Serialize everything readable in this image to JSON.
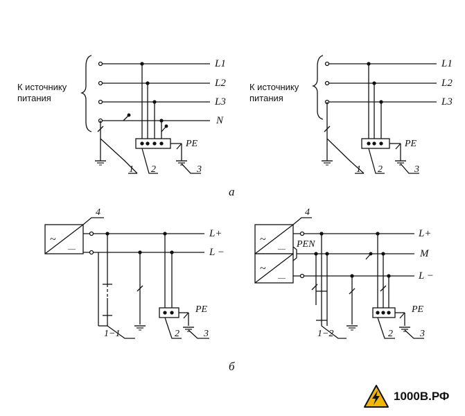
{
  "diagram_a": {
    "left": {
      "source_label_line1": "К источнику",
      "source_label_line2": "питания",
      "lines": [
        "L1",
        "L2",
        "L3",
        "N"
      ],
      "pe": "PE",
      "markers": [
        "1",
        "2",
        "3"
      ]
    },
    "right": {
      "source_label_line1": "К источнику",
      "source_label_line2": "питания",
      "lines": [
        "L1",
        "L2",
        "L3"
      ],
      "pe": "PE",
      "markers": [
        "1",
        "2",
        "3"
      ]
    },
    "caption": "а"
  },
  "diagram_b": {
    "left": {
      "source_number": "4",
      "lines": [
        "L+",
        "L −"
      ],
      "pe": "PE",
      "markers": [
        "1−1",
        "2",
        "3"
      ],
      "symbols": [
        "~",
        "—"
      ]
    },
    "right": {
      "source_number": "4",
      "lines": [
        "L+",
        "M",
        "L −"
      ],
      "pen": "PEN",
      "pe": "PE",
      "markers": [
        "1−2",
        "2",
        "3"
      ],
      "symbols": [
        "~",
        "—",
        "~",
        "—"
      ]
    },
    "caption": "б"
  },
  "logo": {
    "text": "1000В.РФ",
    "colors": {
      "triangle": "#f2b705",
      "bolt": "#111111"
    }
  }
}
